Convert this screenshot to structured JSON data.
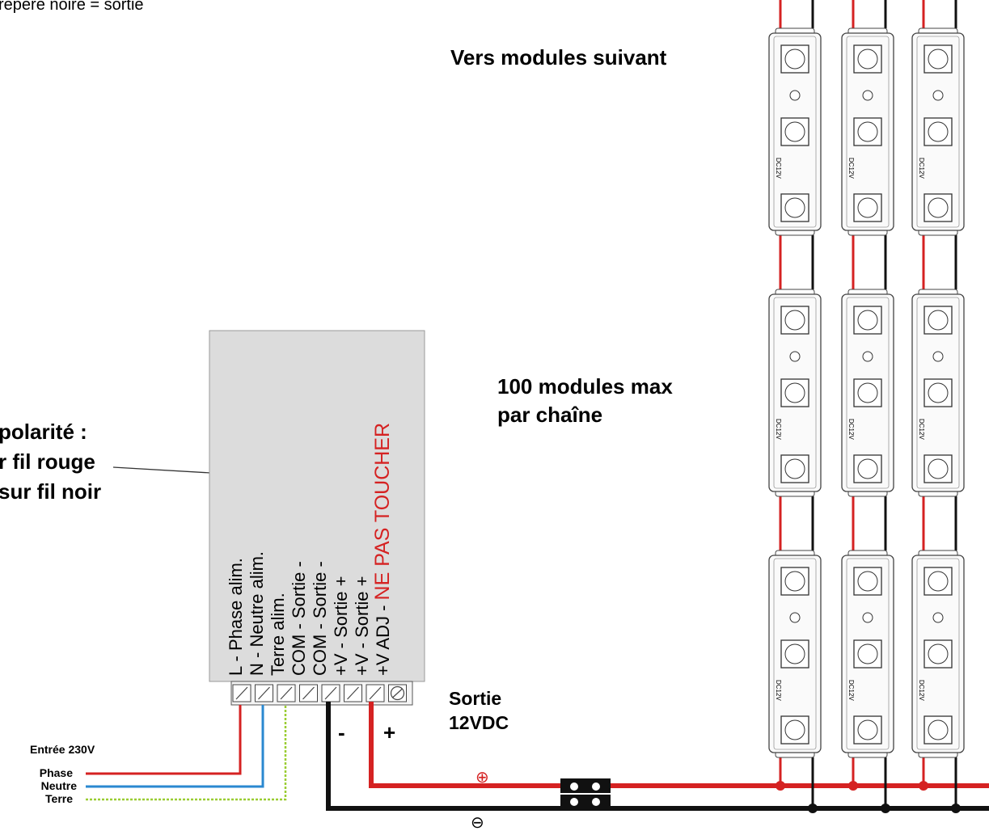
{
  "texts": {
    "top_note": "repère noire = sortie",
    "vers_modules": "Vers modules suivant",
    "modules_max_1": "100 modules max",
    "modules_max_2": "par chaîne",
    "polarite_1": "polarité :",
    "polarite_2": "r fil rouge",
    "polarite_3": "sur fil noir",
    "sortie_1": "Sortie",
    "sortie_2": "12VDC",
    "minus": "-",
    "plus": "+",
    "entree": "Entrée 230V",
    "phase": "Phase",
    "neutre": "Neutre",
    "terre": "Terre",
    "plus_symbol": "⊕",
    "minus_symbol": "⊖"
  },
  "psu": {
    "terminals": [
      "L - Phase alim.",
      "N - Neutre alim.",
      "Terre alim.",
      "COM - Sortie -",
      "COM - Sortie -",
      "+V - Sortie +",
      "+V - Sortie +",
      "+V ADJ - "
    ],
    "warning": "NE PAS TOUCHER"
  },
  "module": {
    "label": "DC12V",
    "columns": 3,
    "rows": 3
  },
  "colors": {
    "psu_body": "#dcdcdc",
    "wire_red": "#d52222",
    "wire_black": "#111111",
    "wire_blue": "#2a88d0",
    "wire_green": "#9acd32",
    "warning": "#d52222"
  }
}
